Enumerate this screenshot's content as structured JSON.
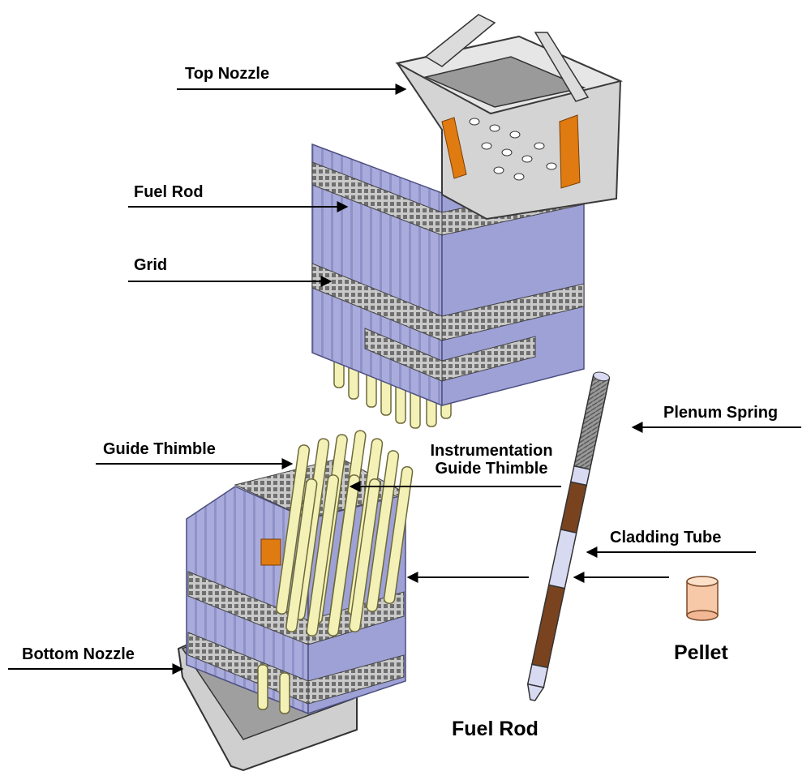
{
  "labels": {
    "top_nozzle": "Top Nozzle",
    "fuel_rod_left": "Fuel Rod",
    "grid": "Grid",
    "guide_thimble": "Guide Thimble",
    "instrumentation_line1": "Instrumentation",
    "instrumentation_line2": "Guide Thimble",
    "bottom_nozzle": "Bottom Nozzle",
    "plenum_spring": "Plenum Spring",
    "cladding_tube": "Cladding Tube",
    "pellet": "Pellet",
    "fuel_rod_bottom": "Fuel Rod"
  },
  "colors": {
    "nozzle": "#d4d4d4",
    "fuel_rod": "#a9abdc",
    "grid": "#bdbdbd",
    "thimble": "#f4f1b7",
    "orange": "#e07b12",
    "brown": "#7a4320",
    "pellet": "#f7c9a8"
  }
}
